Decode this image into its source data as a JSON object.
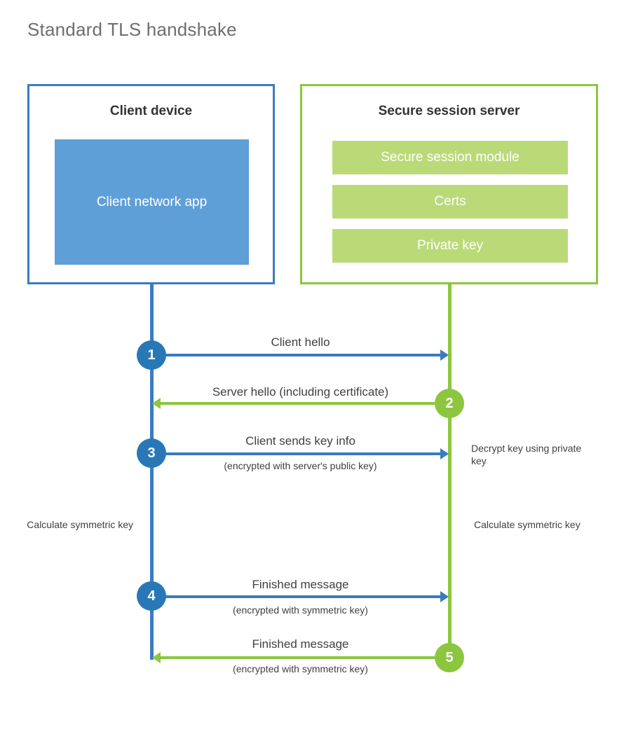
{
  "diagram": {
    "title": "Standard TLS handshake",
    "colors": {
      "client_border": "#3a7cbf",
      "client_fill": "#5f9fd8",
      "client_circle": "#2878b8",
      "server_border": "#8cc63f",
      "server_fill": "#bada78",
      "server_circle": "#8cc63f",
      "text": "#404040",
      "title_text": "#6d6e71",
      "background": "#ffffff"
    },
    "parties": {
      "client": {
        "title": "Client device",
        "blocks": [
          {
            "label": "Client network app"
          }
        ]
      },
      "server": {
        "title": "Secure session server",
        "blocks": [
          {
            "label": "Secure session module"
          },
          {
            "label": "Certs"
          },
          {
            "label": "Private key"
          }
        ]
      }
    },
    "steps": [
      {
        "number": "1",
        "side": "client",
        "direction": "client-to-server",
        "label": "Client hello",
        "sublabel": ""
      },
      {
        "number": "2",
        "side": "server",
        "direction": "server-to-client",
        "label": "Server hello (including certificate)",
        "sublabel": ""
      },
      {
        "number": "3",
        "side": "client",
        "direction": "client-to-server",
        "label": "Client sends key info",
        "sublabel": "(encrypted with server's public key)"
      },
      {
        "number": "4",
        "side": "client",
        "direction": "client-to-server",
        "label": "Finished message",
        "sublabel": "(encrypted with symmetric key)"
      },
      {
        "number": "5",
        "side": "server",
        "direction": "server-to-client",
        "label": "Finished message",
        "sublabel": "(encrypted with symmetric key)"
      }
    ],
    "annotations": {
      "server_decrypt": "Decrypt key using private key",
      "client_calculate": "Calculate symmetric key",
      "server_calculate": "Calculate symmetric key"
    }
  }
}
